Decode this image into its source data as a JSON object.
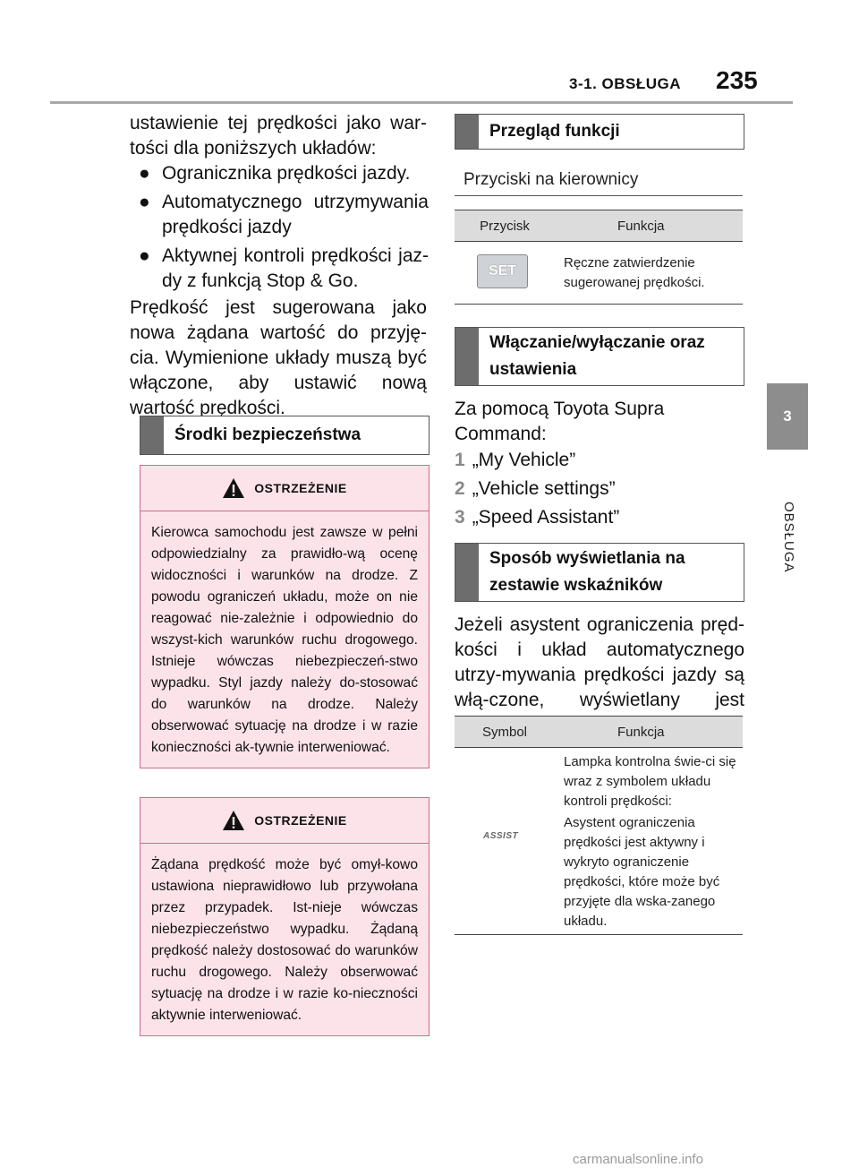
{
  "header": {
    "section": "3-1. OBSŁUGA",
    "page_number": "235"
  },
  "side_tab": {
    "number": "3",
    "label": "OBSŁUGA"
  },
  "left": {
    "intro": "ustawienie tej prędkości jako war-tości dla poniższych układów:",
    "bullets": [
      "Ogranicznika prędkości jazdy.",
      "Automatycznego utrzymywania prędkości jazdy",
      "Aktywnej kontroli prędkości jaz-dy z funkcją Stop & Go."
    ],
    "paragraph": "Prędkość jest sugerowana jako nowa żądana wartość do przyję-cia. Wymienione układy muszą być włączone, aby ustawić nową wartość prędkości.",
    "safety_title": "Środki bezpieczeństwa",
    "warning1": {
      "title": "OSTRZEŻENIE",
      "text": "Kierowca samochodu jest zawsze w pełni odpowiedzialny za prawidło-wą ocenę widoczności i warunków na drodze. Z powodu ograniczeń układu, może on nie reagować nie-zależnie i odpowiednio do wszyst-kich warunków ruchu drogowego. Istnieje wówczas niebezpieczeń-stwo wypadku. Styl jazdy należy do-stosować do warunków na drodze. Należy obserwować sytuację na drodze i w razie konieczności ak-tywnie interweniować."
    },
    "warning2": {
      "title": "OSTRZEŻENIE",
      "text": "Żądana prędkość może być omył-kowo ustawiona nieprawidłowo lub przywołana przez przypadek. Ist-nieje wówczas niebezpieczeństwo wypadku. Żądaną prędkość należy dostosować do warunków ruchu drogowego. Należy obserwować sytuację na drodze i w razie ko-nieczności aktywnie interweniować."
    }
  },
  "right": {
    "overview_title": "Przegląd funkcji",
    "steering_subtitle": "Przyciski na kierownicy",
    "table1": {
      "headers": [
        "Przycisk",
        "Funkcja"
      ],
      "rows": [
        {
          "button_label": "SET",
          "function": "Ręczne zatwierdzenie sugerowanej prędkości."
        }
      ]
    },
    "onoff_title": "Włączanie/wyłączanie oraz ustawienia",
    "command_intro": "Za pomocą Toyota Supra Command:",
    "steps": [
      {
        "n": "1",
        "text": "„My Vehicle”"
      },
      {
        "n": "2",
        "text": "„Vehicle settings”"
      },
      {
        "n": "3",
        "text": "„Speed Assistant”"
      }
    ],
    "display_title": "Sposób wyświetlania na zestawie wskaźników",
    "display_paragraph": "Jeżeli asystent ograniczenia pręd-kości i układ automatycznego utrzy-mywania prędkości jazdy są włą-czone, wyświetlany jest komunikat.",
    "table2": {
      "headers": [
        "Symbol",
        "Funkcja"
      ],
      "symbol_label": "ASSIST",
      "function_1": "Lampka kontrolna świe-ci się wraz z symbolem układu kontroli prędkości:",
      "function_2": "Asystent ograniczenia prędkości jest aktywny i wykryto ograniczenie prędkości, które może być przyjęte dla wska-zanego układu."
    }
  },
  "footer": {
    "watermark": "carmanualsonline.info"
  },
  "colors": {
    "header_bar": "#6d6d6d",
    "warning_fill": "#fce3ea",
    "warning_border": "#c86e87",
    "tab_gray": "#8d8d8d"
  }
}
